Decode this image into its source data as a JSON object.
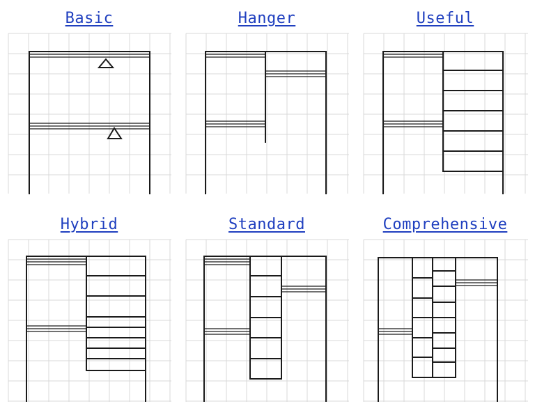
{
  "panels": [
    {
      "id": "basic",
      "title": "Basic"
    },
    {
      "id": "hanger",
      "title": "Hanger"
    },
    {
      "id": "useful",
      "title": "Useful"
    },
    {
      "id": "hybrid",
      "title": "Hybrid"
    },
    {
      "id": "standard",
      "title": "Standard"
    },
    {
      "id": "comprehensive",
      "title": "Comprehensive"
    }
  ]
}
